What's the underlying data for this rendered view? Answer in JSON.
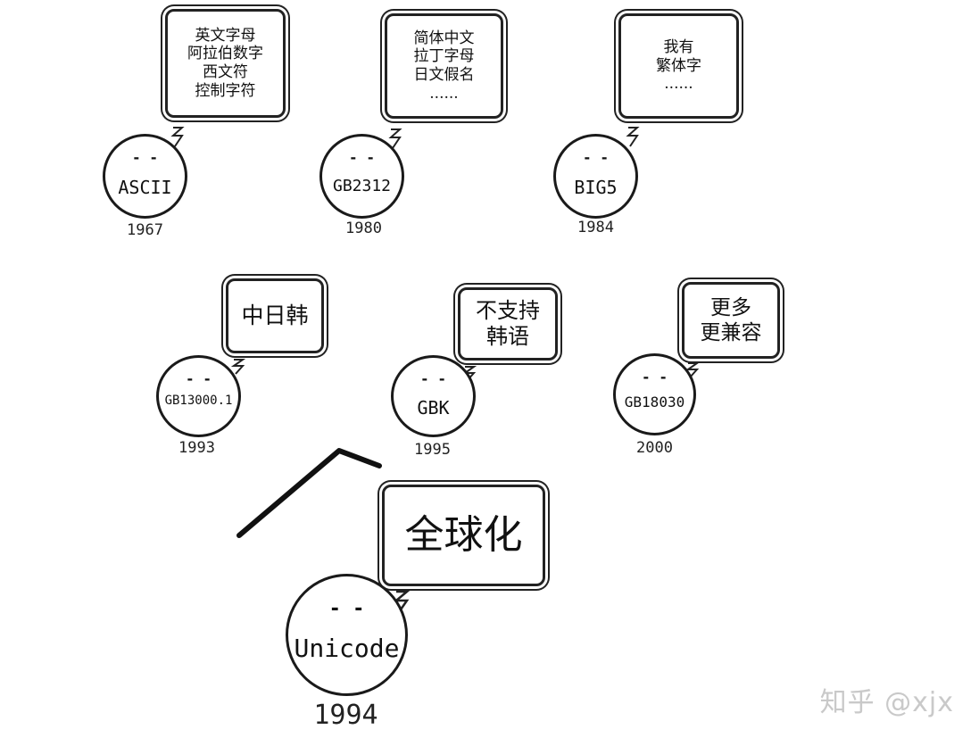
{
  "nodes": [
    {
      "id": "ascii",
      "name": "ASCII",
      "year": "1967",
      "bubble": [
        "英文字母",
        "阿拉伯数字",
        "西文符",
        "控制字符"
      ]
    },
    {
      "id": "gb2312",
      "name": "GB2312",
      "year": "1980",
      "bubble": [
        "简体中文",
        "拉丁字母",
        "日文假名",
        "......"
      ]
    },
    {
      "id": "big5",
      "name": "BIG5",
      "year": "1984",
      "bubble": [
        "我有",
        "繁体字",
        "......"
      ]
    },
    {
      "id": "gb13000",
      "name": "GB13000.1",
      "year": "1993",
      "bubble": [
        "中日韩"
      ]
    },
    {
      "id": "gbk",
      "name": "GBK",
      "year": "1995",
      "bubble": [
        "不支持",
        "韩语"
      ]
    },
    {
      "id": "gb18030",
      "name": "GB18030",
      "year": "2000",
      "bubble": [
        "更多",
        "更兼容"
      ]
    },
    {
      "id": "unicode",
      "name": "Unicode",
      "year": "1994",
      "bubble": [
        "全球化"
      ]
    }
  ],
  "face_eyes": "-  -",
  "watermark": "知乎 @xjx"
}
